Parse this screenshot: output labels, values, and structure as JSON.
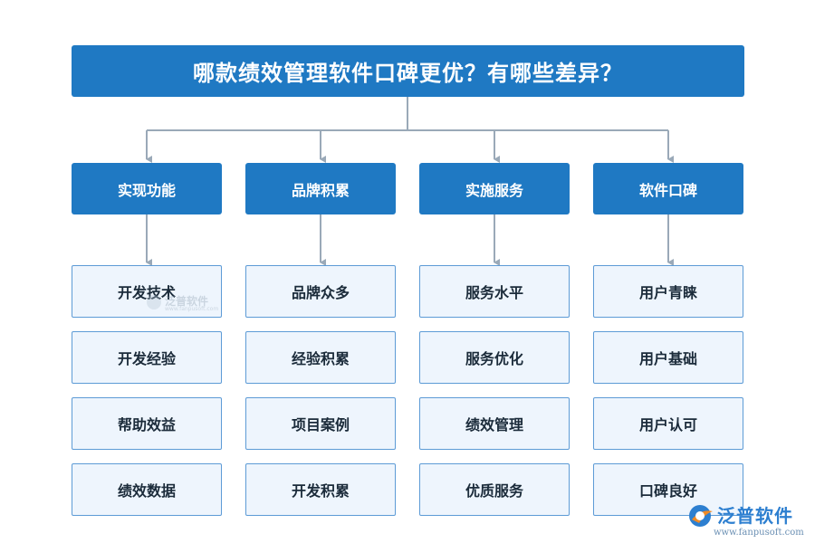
{
  "title": "哪款绩效管理软件口碑更优？有哪些差异？",
  "columns": [
    {
      "header": "实现功能",
      "items": [
        "开发技术",
        "开发经验",
        "帮助效益",
        "绩效数据"
      ]
    },
    {
      "header": "品牌积累",
      "items": [
        "品牌众多",
        "经验积累",
        "项目案例",
        "开发积累"
      ]
    },
    {
      "header": "实施服务",
      "items": [
        "服务水平",
        "服务优化",
        "绩效管理",
        "优质服务"
      ]
    },
    {
      "header": "软件口碑",
      "items": [
        "用户青睐",
        "用户基础",
        "用户认可",
        "口碑良好"
      ]
    }
  ],
  "watermark": {
    "text": "泛普软件",
    "subtext": "www.fanpusoft.com"
  },
  "brand": {
    "name": "泛普软件",
    "url": "www.fanpusoft.com"
  },
  "colors": {
    "header_fill": "#1f79c3",
    "item_fill": "#eef5fd",
    "item_border": "#5d9bd6",
    "connector": "#9aa9b8"
  }
}
